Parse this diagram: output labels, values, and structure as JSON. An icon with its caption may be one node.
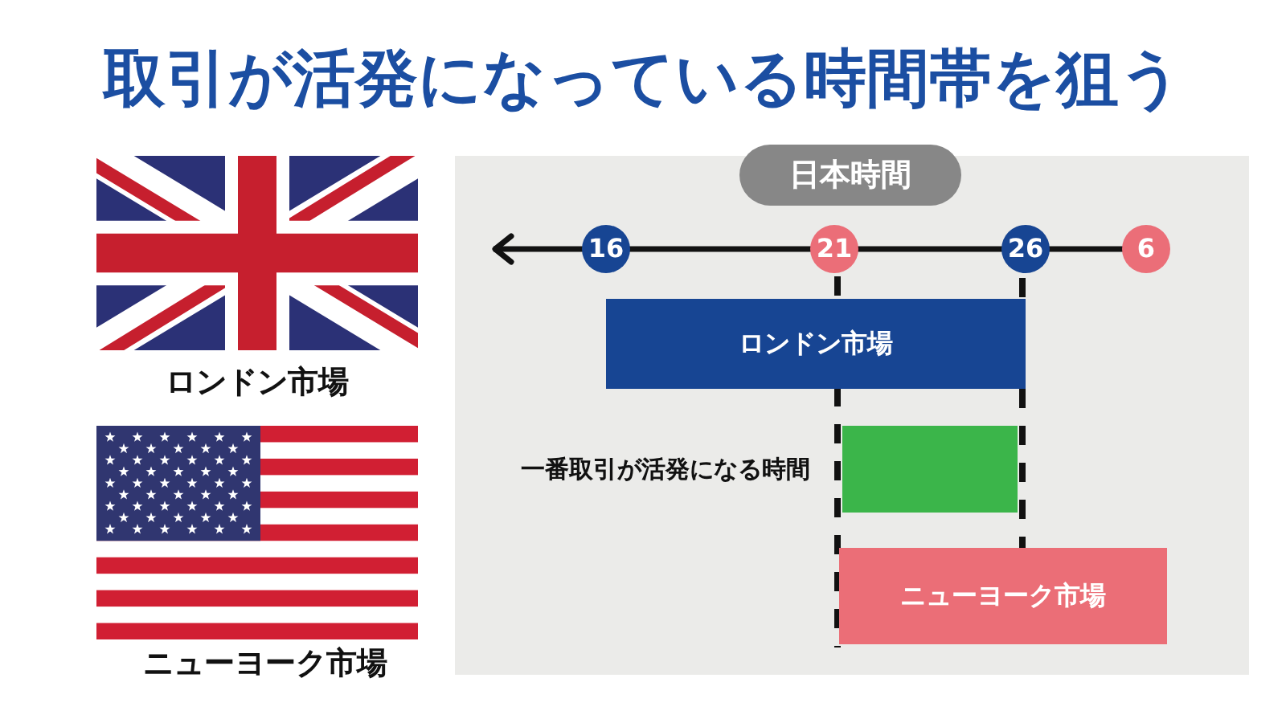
{
  "diagram": {
    "title": "取引が活発になっている時間帯を狙う",
    "nodes": [
      {
        "text": [],
        "shape": "flag",
        "beside": [
          "ロンドン市場"
        ]
      },
      {
        "text": [],
        "shape": "flag",
        "beside": [
          "ニューヨーク市場"
        ]
      },
      {
        "text": [
          "日本時間"
        ]
      },
      {
        "text": [
          "16"
        ]
      },
      {
        "text": [
          "21"
        ]
      },
      {
        "text": [
          "26"
        ]
      },
      {
        "text": [
          "6"
        ]
      },
      {
        "text": [
          "ロンドン市場"
        ]
      },
      {
        "text": [],
        "shape": "box",
        "beside": [
          "一番取引が活発になる時間"
        ]
      },
      {
        "text": [
          "ニューヨーク市場"
        ]
      }
    ]
  }
}
